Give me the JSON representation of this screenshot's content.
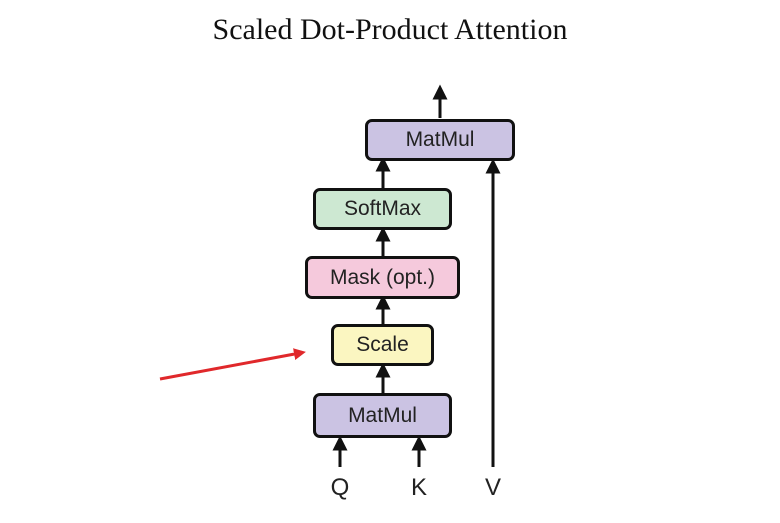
{
  "title": "Scaled Dot-Product Attention",
  "blocks": {
    "matmul_top": {
      "label": "MatMul",
      "color": "#cbc3e3"
    },
    "softmax": {
      "label": "SoftMax",
      "color": "#cde8d2"
    },
    "mask": {
      "label": "Mask (opt.)",
      "color": "#f5c9dc"
    },
    "scale": {
      "label": "Scale",
      "color": "#fbf6c1"
    },
    "matmul_bottom": {
      "label": "MatMul",
      "color": "#cbc3e3"
    }
  },
  "inputs": {
    "q": "Q",
    "k": "K",
    "v": "V"
  },
  "annotation": {
    "arrow_color": "#e0282b"
  }
}
